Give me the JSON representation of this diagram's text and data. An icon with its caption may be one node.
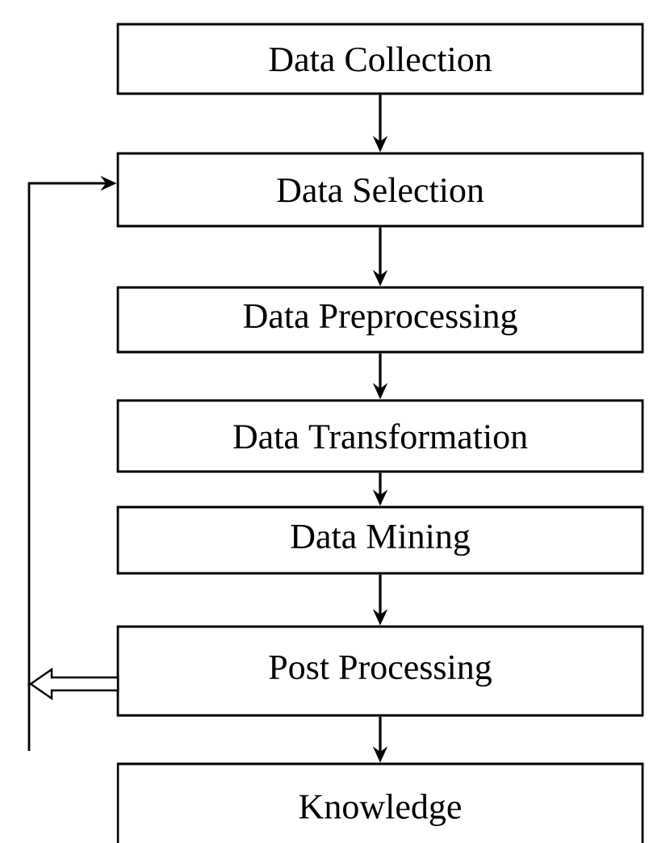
{
  "diagram": {
    "nodes": [
      {
        "text": [
          "Data Collection"
        ]
      },
      {
        "text": [
          "Data Selection"
        ]
      },
      {
        "text": [
          "Data Preprocessing"
        ]
      },
      {
        "text": [
          "Data Transformation"
        ]
      },
      {
        "text": [
          "Data Mining"
        ]
      },
      {
        "text": [
          "Post Processing"
        ]
      },
      {
        "text": [
          "Knowledge"
        ]
      }
    ],
    "edges": [
      {
        "from": 0,
        "to": 1,
        "arrow": "to"
      },
      {
        "from": 1,
        "to": 2,
        "arrow": "to"
      },
      {
        "from": 2,
        "to": 3,
        "arrow": "to"
      },
      {
        "from": 3,
        "to": 4,
        "arrow": "to"
      },
      {
        "from": 4,
        "to": 5,
        "arrow": "to"
      },
      {
        "from": 5,
        "to": 6,
        "arrow": "to"
      },
      {
        "from": 5,
        "to": 1,
        "arrow": "to"
      }
    ]
  }
}
